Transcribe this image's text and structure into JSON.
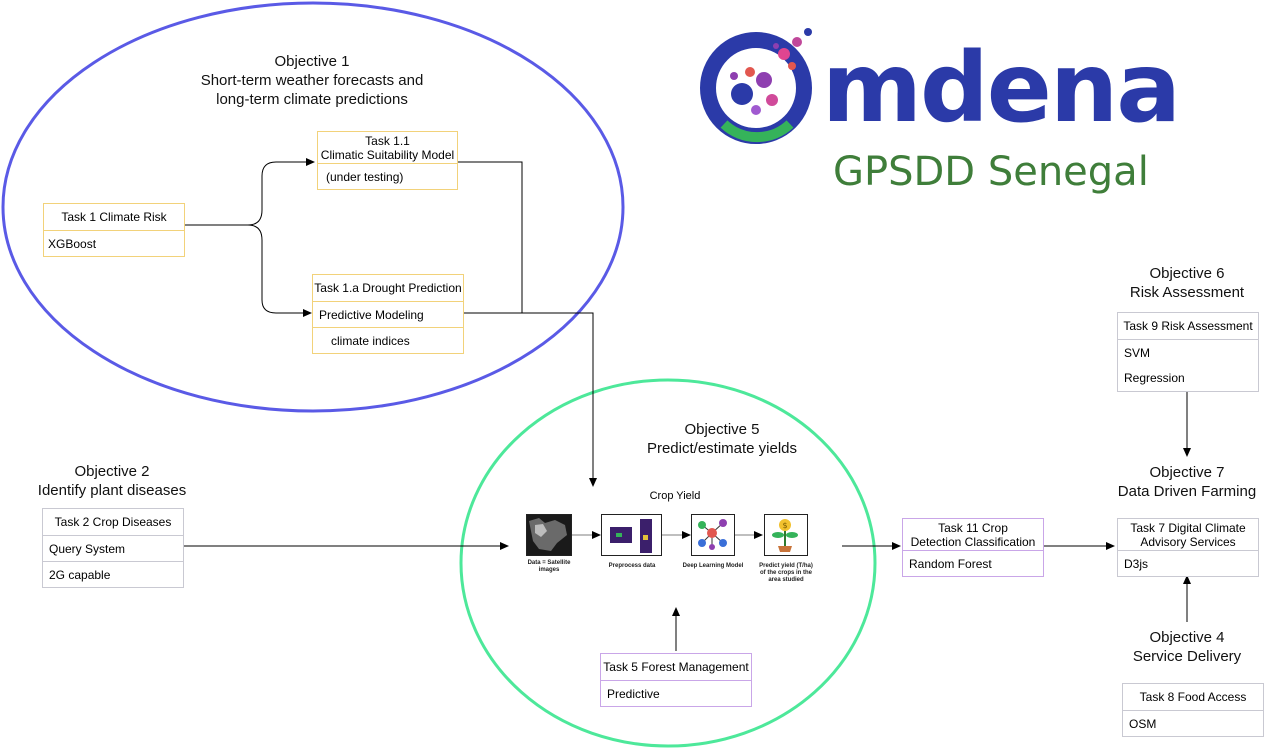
{
  "brand": {
    "name": "mdena",
    "subtitle": "GPSDD Senegal"
  },
  "objectives": {
    "obj1": {
      "title": "Objective 1",
      "lines": [
        "Short-term weather forecasts and",
        "long-term climate predictions"
      ]
    },
    "obj2": {
      "title": "Objective 2",
      "lines": [
        "Identify plant diseases"
      ]
    },
    "obj4": {
      "title": "Objective 4",
      "lines": [
        "Service Delivery"
      ]
    },
    "obj5": {
      "title": "Objective 5",
      "lines": [
        "Predict/estimate yields"
      ]
    },
    "obj6": {
      "title": "Objective 6",
      "lines": [
        "Risk Assessment"
      ]
    },
    "obj7": {
      "title": "Objective 7",
      "lines": [
        "Data Driven Farming"
      ]
    }
  },
  "tasks": {
    "task1": {
      "head": "Task 1 Climate Risk",
      "items": [
        "XGBoost"
      ]
    },
    "task1_1": {
      "head_lines": [
        "Task 1.1",
        "Climatic Suitability Model"
      ],
      "items": [
        "(under testing)"
      ]
    },
    "task1_a": {
      "head": "Task 1.a Drought Prediction",
      "items": [
        "Predictive Modeling",
        "climate indices"
      ]
    },
    "task2": {
      "head": "Task 2 Crop Diseases",
      "items": [
        "Query System",
        "2G capable"
      ]
    },
    "task5": {
      "head": "Task 5 Forest Management",
      "items": [
        "Predictive"
      ]
    },
    "task7": {
      "head_lines": [
        "Task 7 Digital Climate",
        "Advisory Services"
      ],
      "items": [
        "D3js"
      ]
    },
    "task8": {
      "head": "Task 8 Food Access",
      "items": [
        "OSM"
      ]
    },
    "task9": {
      "head": "Task 9 Risk Assessment",
      "items": [
        "SVM",
        "Regression"
      ]
    },
    "task11": {
      "head_lines": [
        "Task 11 Crop",
        "Detection Classification"
      ],
      "items": [
        "Random Forest"
      ]
    }
  },
  "crop_yield": {
    "title": "Crop Yield",
    "stages": [
      {
        "label": "Data = Satellite images"
      },
      {
        "label": "Preprocess data"
      },
      {
        "label": "Deep Learning Model"
      },
      {
        "label": "Predict yield (T/ha) of the crops in the area studied"
      }
    ]
  },
  "colors": {
    "objective1_ellipse": "#5a5ae6",
    "objective5_ellipse": "#4de89a",
    "brand_blue": "#2b3aa8",
    "subtitle_green": "#3f7e3a"
  }
}
